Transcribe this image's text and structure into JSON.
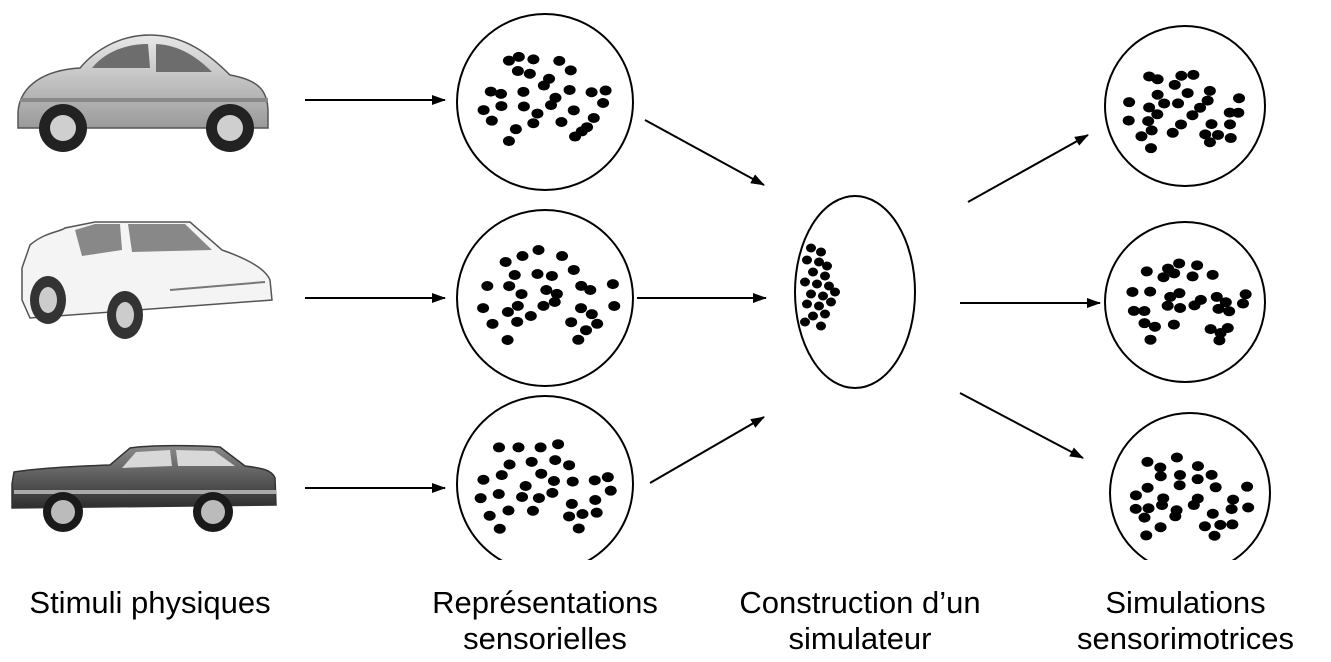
{
  "captions": {
    "stimuli": "Stimuli physiques",
    "representations_line1": "Représentations",
    "representations_line2": "sensorielles",
    "construction_line1": "Construction d’un",
    "construction_line2": "simulateur",
    "simulations_line1": "Simulations",
    "simulations_line2": "sensorimotrices"
  },
  "stimuli": [
    {
      "kind": "compact-rounded-car",
      "color": "#bdbdbd"
    },
    {
      "kind": "white-sedan",
      "color": "#f0f0f0"
    },
    {
      "kind": "dark-coupe",
      "color": "#555555"
    }
  ],
  "colors": {
    "ink": "#000000",
    "background": "#ffffff"
  }
}
